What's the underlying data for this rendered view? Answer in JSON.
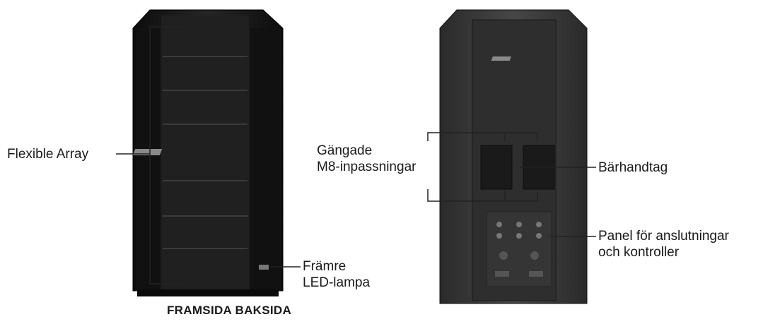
{
  "labels": {
    "flexible_array": "Flexible Array",
    "threaded_inserts_line1": "Gängade",
    "threaded_inserts_line2": "M8-inpassningar",
    "carry_handle": "Bärhandtag",
    "panel_line1": "Panel för anslutningar",
    "panel_line2": "och kontroller",
    "front_led_line1": "Främre",
    "front_led_line2": "LED-lampa"
  },
  "caption": "FRAMSIDA BAKSIDA",
  "colors": {
    "speaker_front": "#1c1c1c",
    "speaker_back": "#3a3a3a",
    "line": "#222222"
  }
}
